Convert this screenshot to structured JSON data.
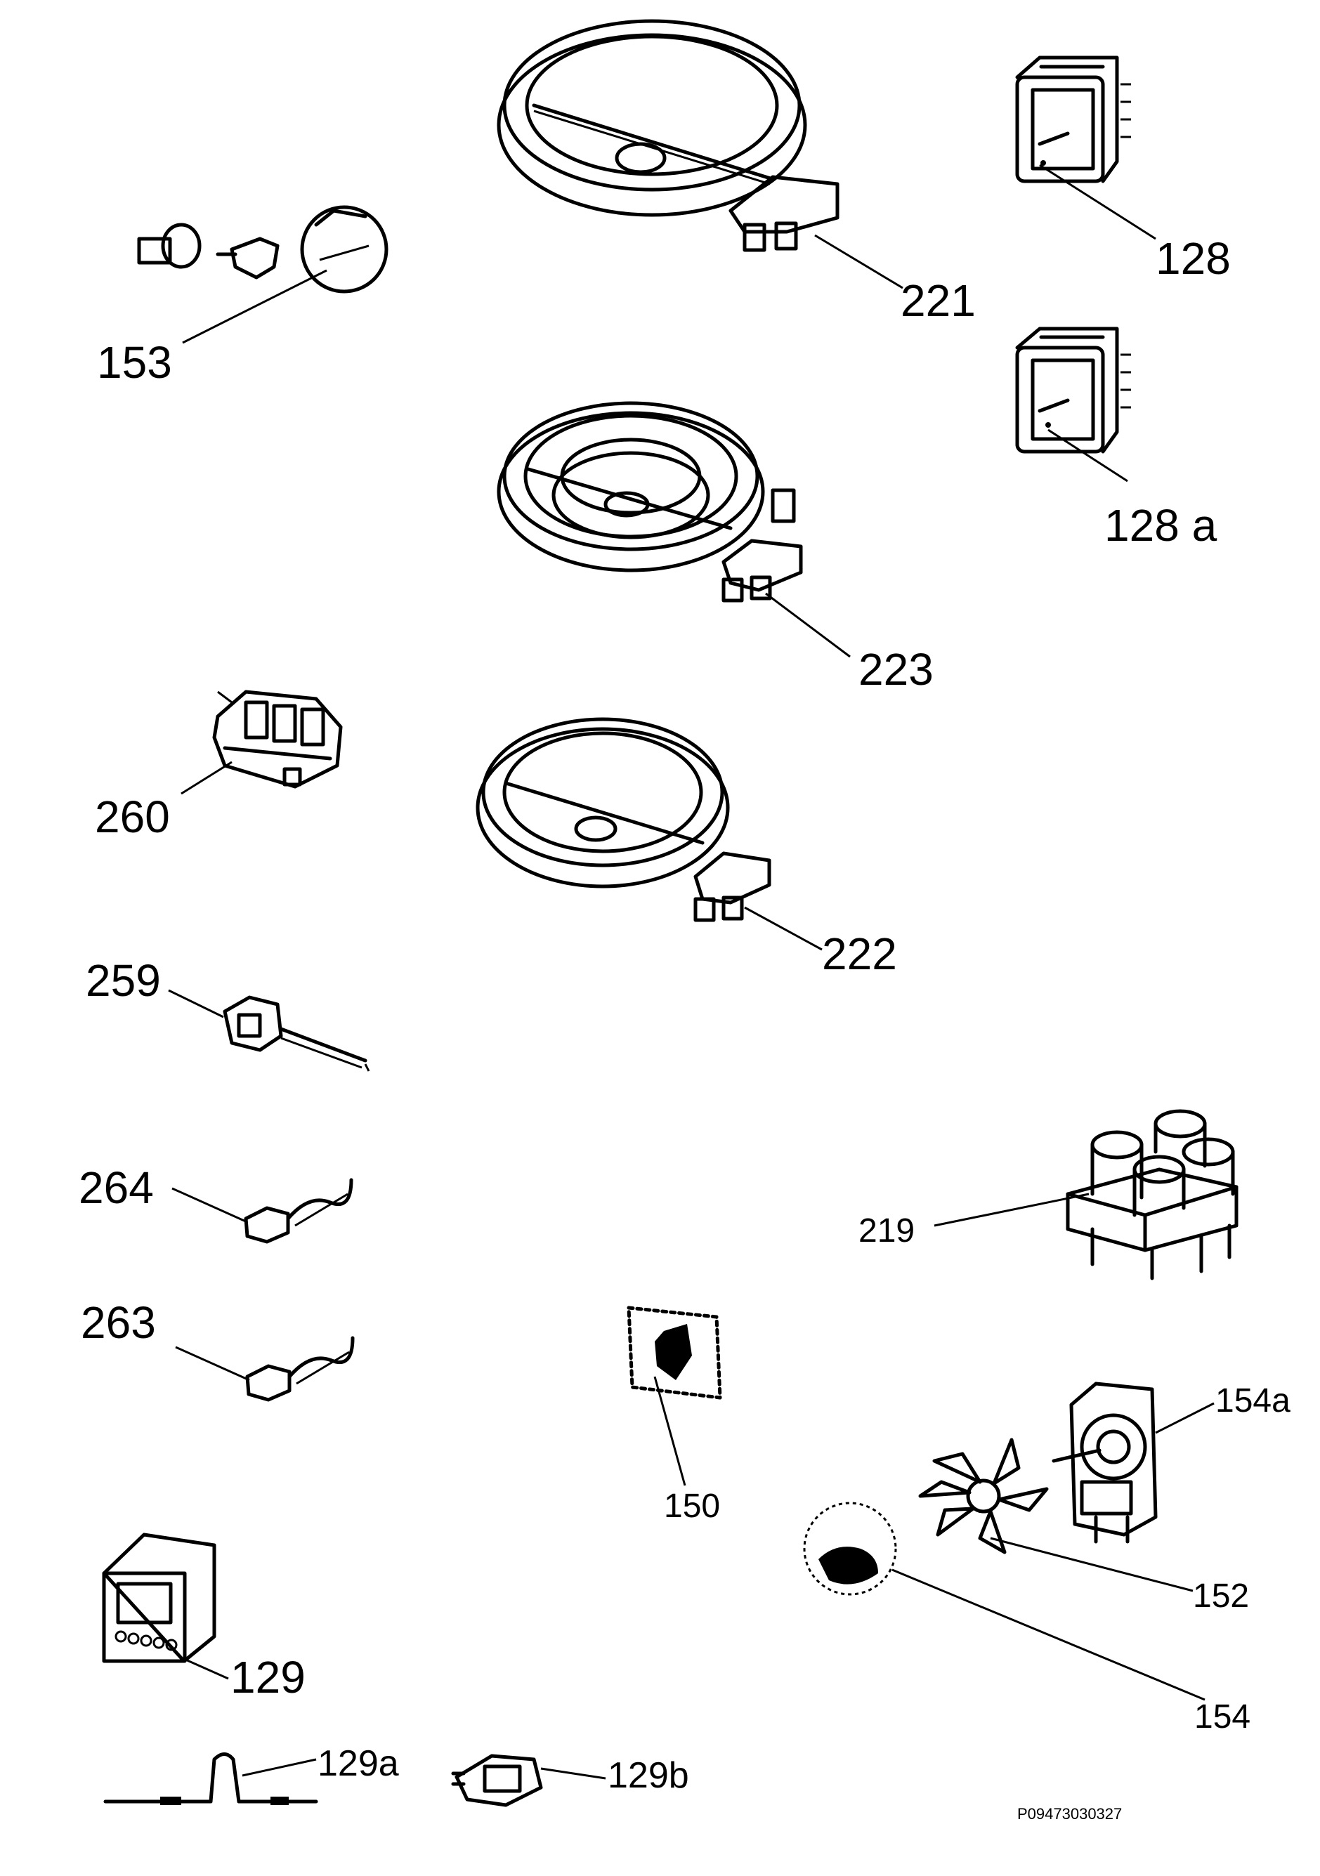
{
  "parts": [
    {
      "id": "p221",
      "label": "221"
    },
    {
      "id": "p128",
      "label": "128"
    },
    {
      "id": "p153",
      "label": "153"
    },
    {
      "id": "p128a",
      "label": "128 a"
    },
    {
      "id": "p223",
      "label": "223"
    },
    {
      "id": "p260",
      "label": "260"
    },
    {
      "id": "p222",
      "label": "222"
    },
    {
      "id": "p259",
      "label": "259"
    },
    {
      "id": "p264",
      "label": "264"
    },
    {
      "id": "p219",
      "label": "219"
    },
    {
      "id": "p263",
      "label": "263"
    },
    {
      "id": "p150",
      "label": "150"
    },
    {
      "id": "p154a",
      "label": "154a"
    },
    {
      "id": "p152",
      "label": "152"
    },
    {
      "id": "p129",
      "label": "129"
    },
    {
      "id": "p154",
      "label": "154"
    },
    {
      "id": "p129a",
      "label": "129a"
    },
    {
      "id": "p129b",
      "label": "129b"
    }
  ],
  "reference_code": "P09473030327"
}
